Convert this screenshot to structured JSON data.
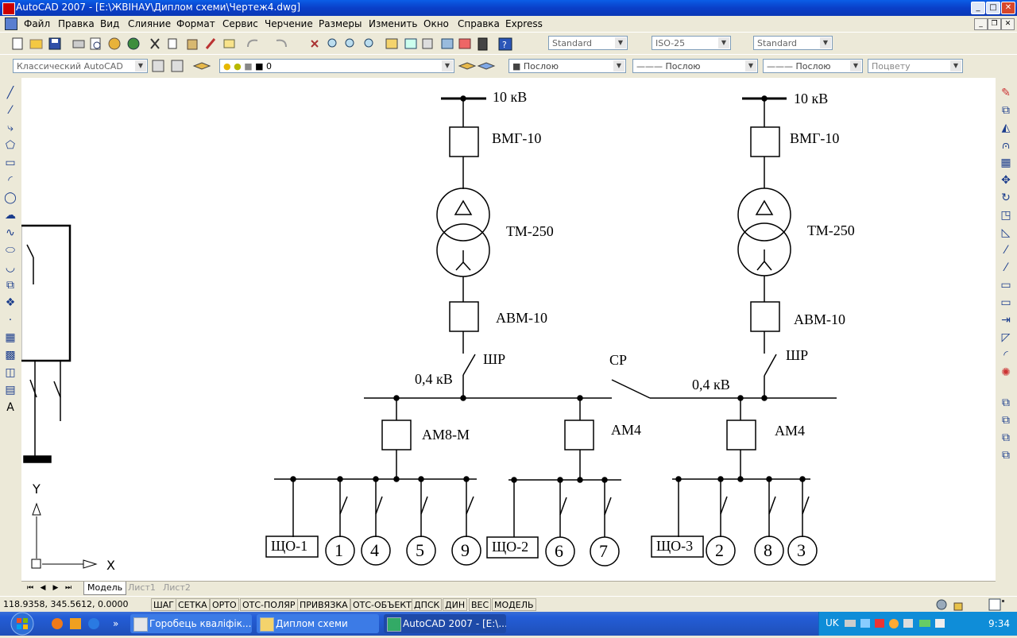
{
  "window": {
    "title": "AutoCAD 2007 - [E:\\ЖВІНАУ\\Диплом схеми\\Чертеж4.dwg]"
  },
  "menu": [
    "Файл",
    "Правка",
    "Вид",
    "Слияние",
    "Формат",
    "Сервис",
    "Черчение",
    "Размеры",
    "Изменить",
    "Окно",
    "Справка",
    "Express"
  ],
  "toolbar": {
    "text_style": "Standard",
    "dim_style": "ISO-25",
    "table_style": "Standard",
    "workspace": "Классический AutoCAD",
    "layer": "0",
    "color": "Послою",
    "linetype": "Послою",
    "lineweight": "Послою",
    "plotstyle": "Поцвету"
  },
  "drawing": {
    "labels": {
      "kv10_a": "10 кВ",
      "kv10_b": "10 кВ",
      "vmg_a": "ВМГ-10",
      "vmg_b": "ВМГ-10",
      "tm_a": "ТМ-250",
      "tm_b": "ТМ-250",
      "avm_a": "АВМ-10",
      "avm_b": "АВМ-10",
      "shr_a": "ШР",
      "shr_b": "ШР",
      "sr": "СР",
      "kv04_a": "0,4 кВ",
      "kv04_b": "0,4 кВ",
      "am8": "АМ8-М",
      "am4_a": "АМ4",
      "am4_b": "АМ4",
      "shco1": "ЩО-1",
      "shco2": "ЩО-2",
      "shco3": "ЩО-3",
      "c1": "1",
      "c4": "4",
      "c5": "5",
      "c9": "9",
      "c6": "6",
      "c7": "7",
      "c2": "2",
      "c8": "8",
      "c3": "3",
      "ucs_x": "X",
      "ucs_y": "Y"
    }
  },
  "tabs": [
    "Модель",
    "Лист1",
    "Лист2"
  ],
  "status": {
    "coords": "118.9358, 345.5612, 0.0000",
    "buttons": [
      "ШАГ",
      "СЕТКА",
      "ОРТО",
      "ОТС-ПОЛЯР",
      "ПРИВЯЗКА",
      "ОТС-ОБЪЕКТ",
      "ДПСК",
      "ДИН",
      "ВЕС",
      "МОДЕЛЬ"
    ]
  },
  "taskbar": {
    "tasks": [
      "Горобець кваліфік...",
      "Диплом схеми",
      "AutoCAD 2007 - [E:\\..."
    ],
    "lang": "UK",
    "clock": "9:34"
  }
}
